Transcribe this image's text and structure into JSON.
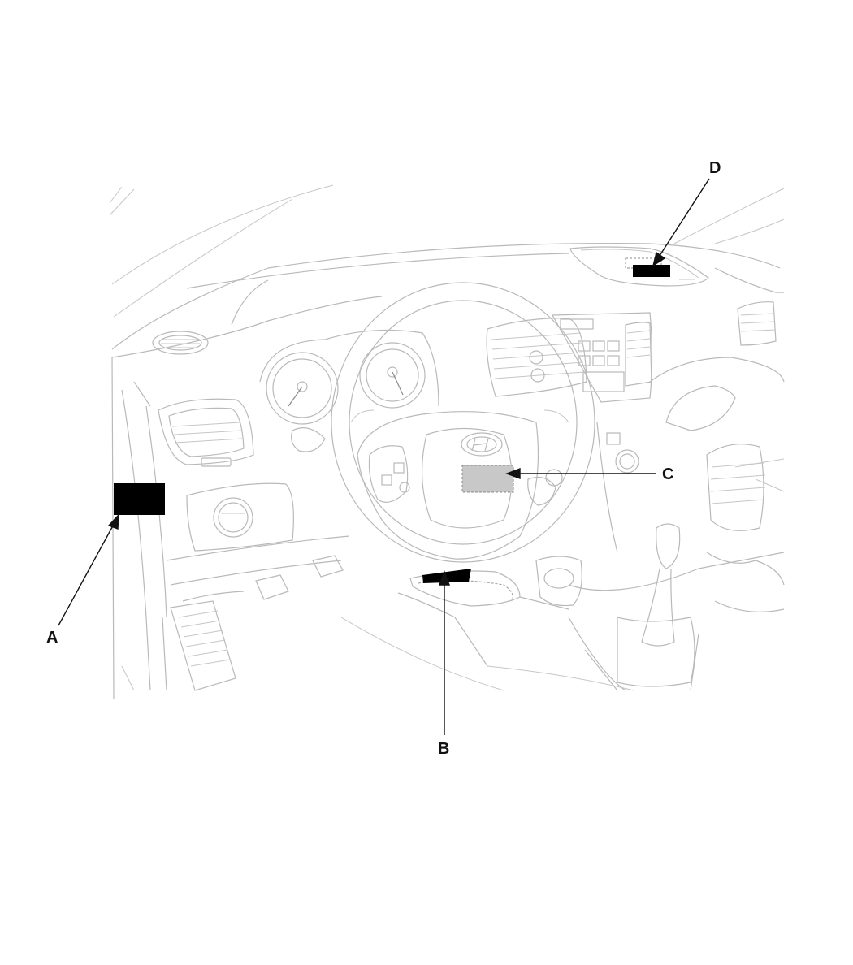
{
  "labels": {
    "a": "A",
    "b": "B",
    "c": "C",
    "d": "D"
  },
  "colors": {
    "line": "#b9b9b9",
    "callout": "#111111",
    "marker_dark": "#000000",
    "marker_gray": "#c8c8c8"
  },
  "icons": {
    "steering_wheel": "steering-wheel-icon",
    "gear_shift": "gear-shift-icon",
    "logo": "brand-logo-icon"
  }
}
